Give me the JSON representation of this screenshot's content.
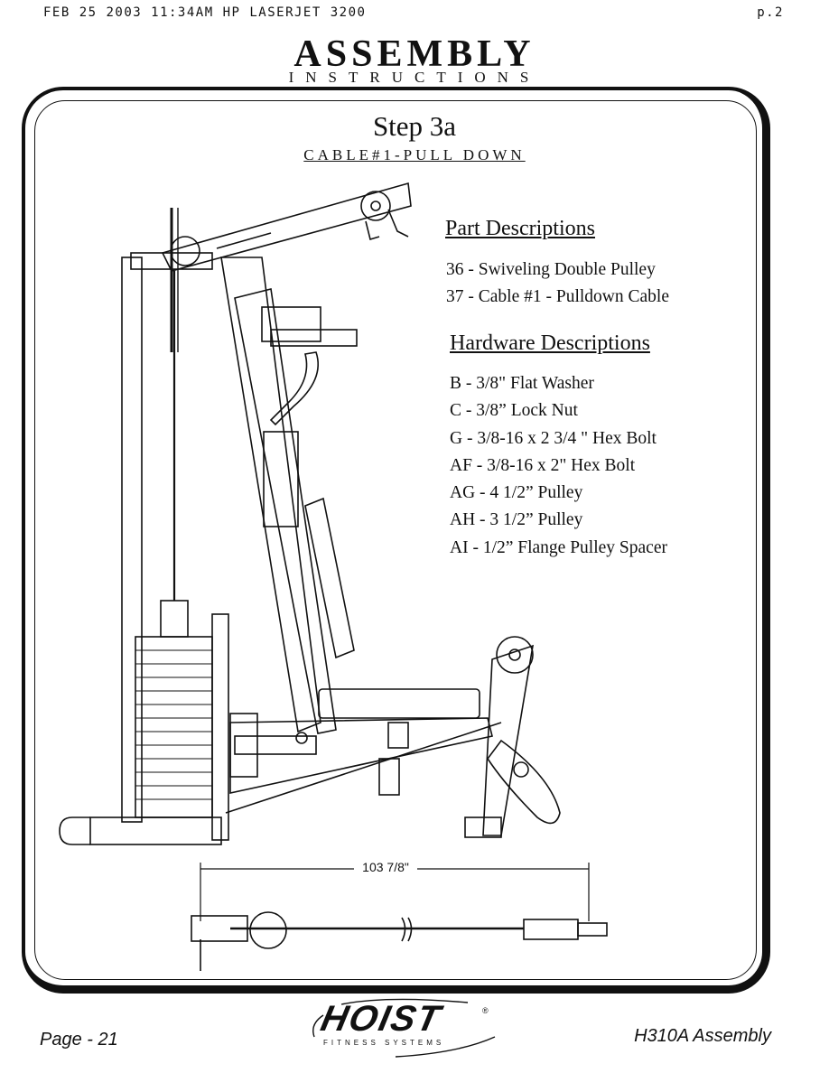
{
  "fax_header": {
    "left": "FEB 25 2003 11:34AM  HP LASERJET 3200",
    "right": "p.2"
  },
  "header": {
    "title": "ASSEMBLY",
    "subtitle": "INSTRUCTIONS"
  },
  "step": {
    "title": "Step 3a",
    "subtitle": "CABLE#1-PULL DOWN"
  },
  "parts": {
    "title": "Part Descriptions",
    "items": [
      "36 - Swiveling Double Pulley",
      "37 - Cable #1 - Pulldown Cable"
    ]
  },
  "hardware": {
    "title": "Hardware Descriptions",
    "items": [
      "B - 3/8\" Flat Washer",
      "C - 3/8” Lock Nut",
      "G - 3/8-16 x 2 3/4 \" Hex Bolt",
      "AF - 3/8-16 x 2\" Hex Bolt",
      "AG - 4 1/2” Pulley",
      "AH - 3 1/2” Pulley",
      "AI - 1/2” Flange Pulley Spacer"
    ]
  },
  "cable_dimension": "103 7/8\"",
  "footer": {
    "page": "Page - 21",
    "model": "H310A Assembly"
  },
  "logo": {
    "word": "HOIST",
    "tagline": "FITNESS SYSTEMS",
    "mark": "®"
  }
}
